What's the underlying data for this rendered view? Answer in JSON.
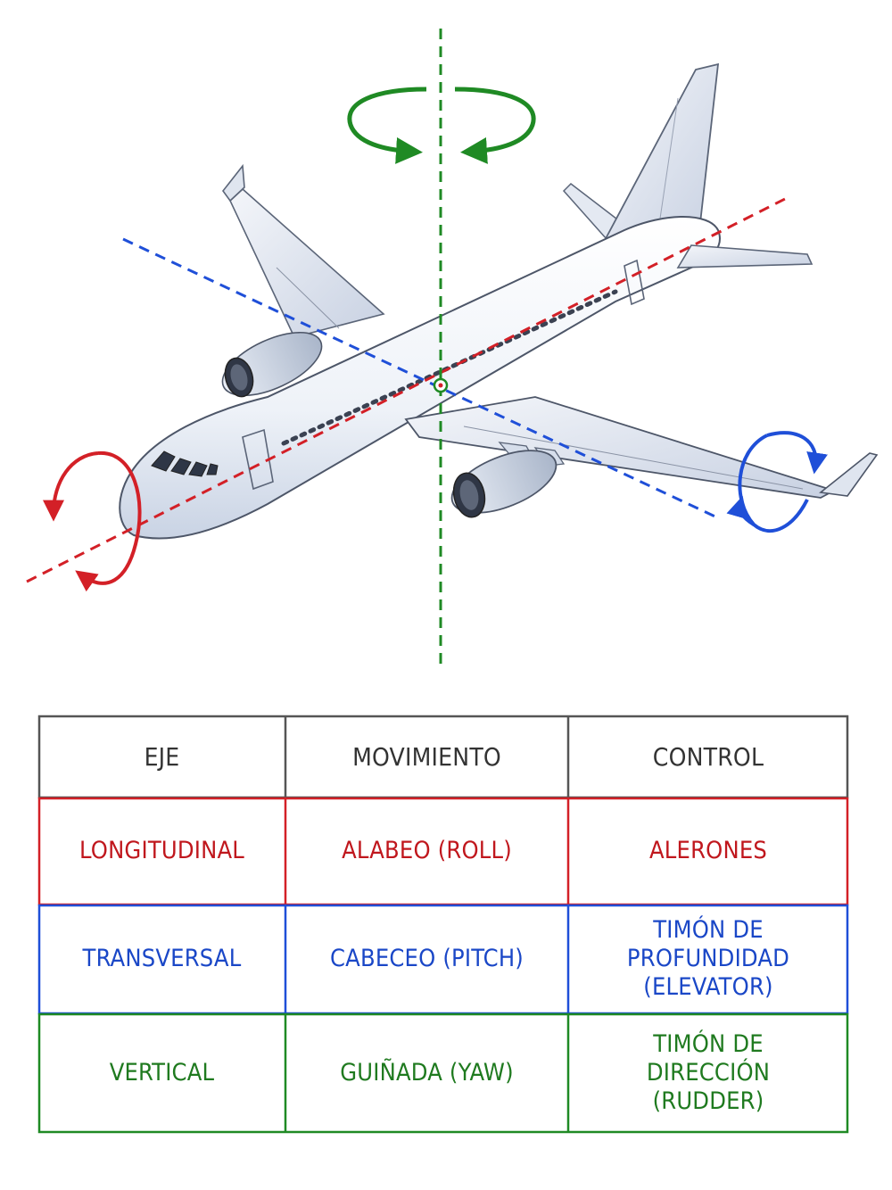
{
  "colors": {
    "longitudinal": "#d32027",
    "transverse": "#1f4fd8",
    "vertical": "#1f8a24",
    "header_border": "#555555"
  },
  "diagram": {
    "subject": "passenger jet airplane",
    "rotation_arrows": [
      "roll-arrow-icon",
      "pitch-arrow-icon",
      "yaw-arrow-icon"
    ]
  },
  "table": {
    "headers": [
      "EJE",
      "MOVIMIENTO",
      "CONTROL"
    ],
    "rows": [
      {
        "axis": "LONGITUDINAL",
        "movement": "ALABEO (ROLL)",
        "control": "ALERONES"
      },
      {
        "axis": "TRANSVERSAL",
        "movement": "CABECEO (PITCH)",
        "control": "TIMÓN DE\nPROFUNDIDAD\n(ELEVATOR)"
      },
      {
        "axis": "VERTICAL",
        "movement": "GUIÑADA (YAW)",
        "control": "TIMÓN DE\nDIRECCIÓN\n(RUDDER)"
      }
    ]
  }
}
